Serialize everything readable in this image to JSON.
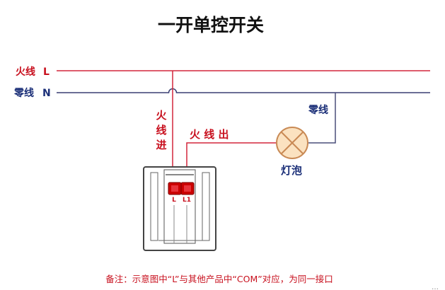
{
  "title": "一开单控开关",
  "wires": {
    "live_label": "火线",
    "live_letter": "L",
    "neutral_label": "零线",
    "neutral_letter": "N"
  },
  "labels": {
    "live_in_1": "火",
    "live_in_2": "线",
    "live_in_3": "进",
    "live_out": "火 线 出",
    "lamp_neutral": "零线",
    "lamp": "灯泡"
  },
  "switch": {
    "terminal_l": "L",
    "terminal_l1": "L1"
  },
  "note": "备注：示意图中“L”与其他产品中“COM”对应，为同一接口",
  "watermark": "…",
  "colors": {
    "live_wire": "#d4263b",
    "neutral_wire": "#3a3f73",
    "lamp_wire": "#4a4f7a",
    "lamp_fill": "#fbe2c0",
    "lamp_stroke": "#c98a55",
    "terminal": "#cc0000"
  }
}
